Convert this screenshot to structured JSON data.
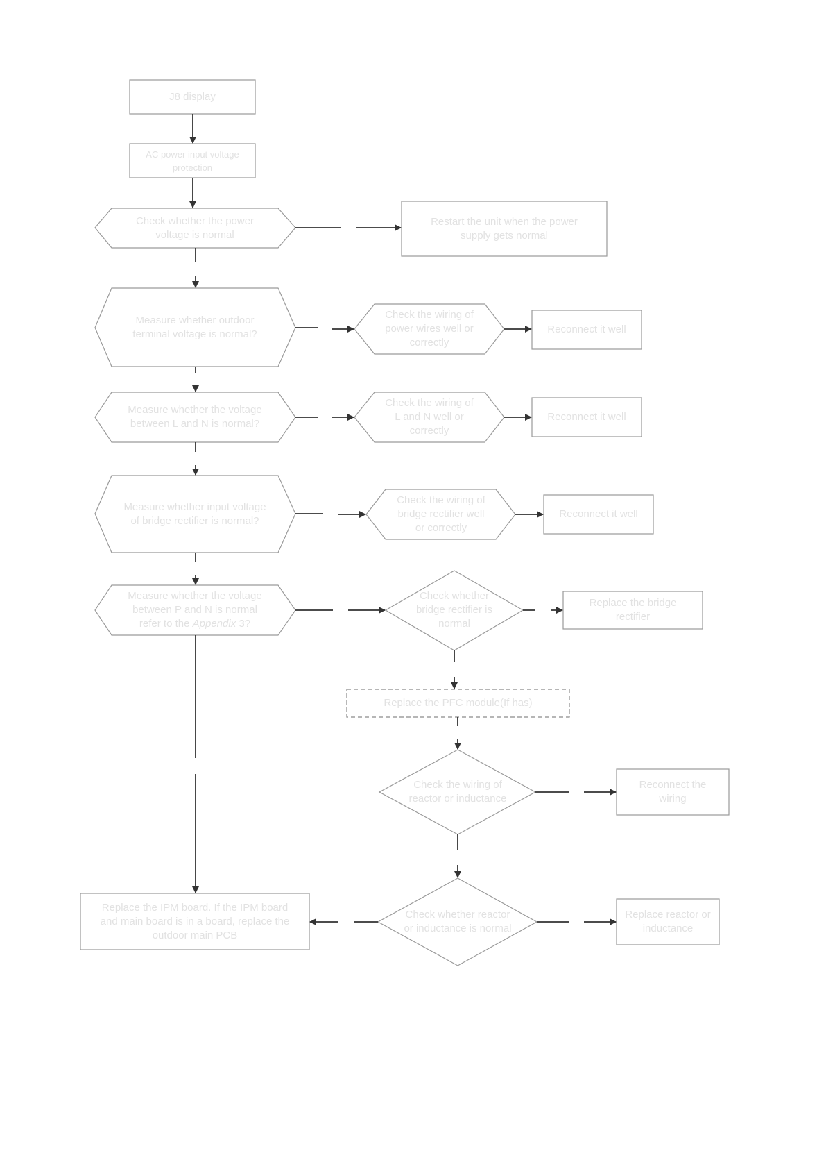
{
  "nodes": {
    "j8_display": "J8  display",
    "ac_protection": "AC power input voltage\nprotection",
    "check_power_voltage": "Check whether the power\nvoltage is normal",
    "restart_unit": "Restart the unit when the power\nsupply gets normal",
    "measure_terminal": "Measure whether outdoor\nterminal voltage is  normal?",
    "check_power_wires": "Check the wiring of\npower wires well or\ncorrectly",
    "reconnect_1": "Reconnect it well",
    "measure_l_n": "Measure whether the voltage\nbetween L and N is normal?",
    "check_l_n_wiring": "Check the wiring of\nL and N well or\ncorrectly",
    "reconnect_2": "Reconnect it well",
    "measure_bridge_input": "Measure whether input voltage\nof bridge rectifier is normal?",
    "check_bridge_wiring": "Check the wiring of\nbridge rectifier well\nor correctly",
    "reconnect_3": "Reconnect it well",
    "measure_p_n_line1": "Measure whether the voltage\nbetween P and N is normal\nrefer to the ",
    "measure_p_n_italic": "Appendix",
    "measure_p_n_tail": " 3?",
    "check_bridge_normal": "Check whether\nbridge rectifier is\nnormal",
    "replace_bridge": "Replace the bridge\nrectifier",
    "replace_pfc": "Replace the PFC module(If has)",
    "check_reactor_wiring": "Check the wiring of\nreactor or inductance",
    "reconnect_wiring": "Reconnect the\nwiring",
    "check_reactor_normal": "Check whether reactor\nor inductance is normal",
    "replace_reactor": "Replace reactor or\ninductance",
    "replace_ipm": "Replace the IPM board. If the IPM board\nand main board is in a board, replace the\noutdoor main PCB"
  },
  "colors": {
    "text": "#e2e2e2",
    "border": "#9a9a9a",
    "connector": "#333333",
    "background": "#ffffff"
  }
}
